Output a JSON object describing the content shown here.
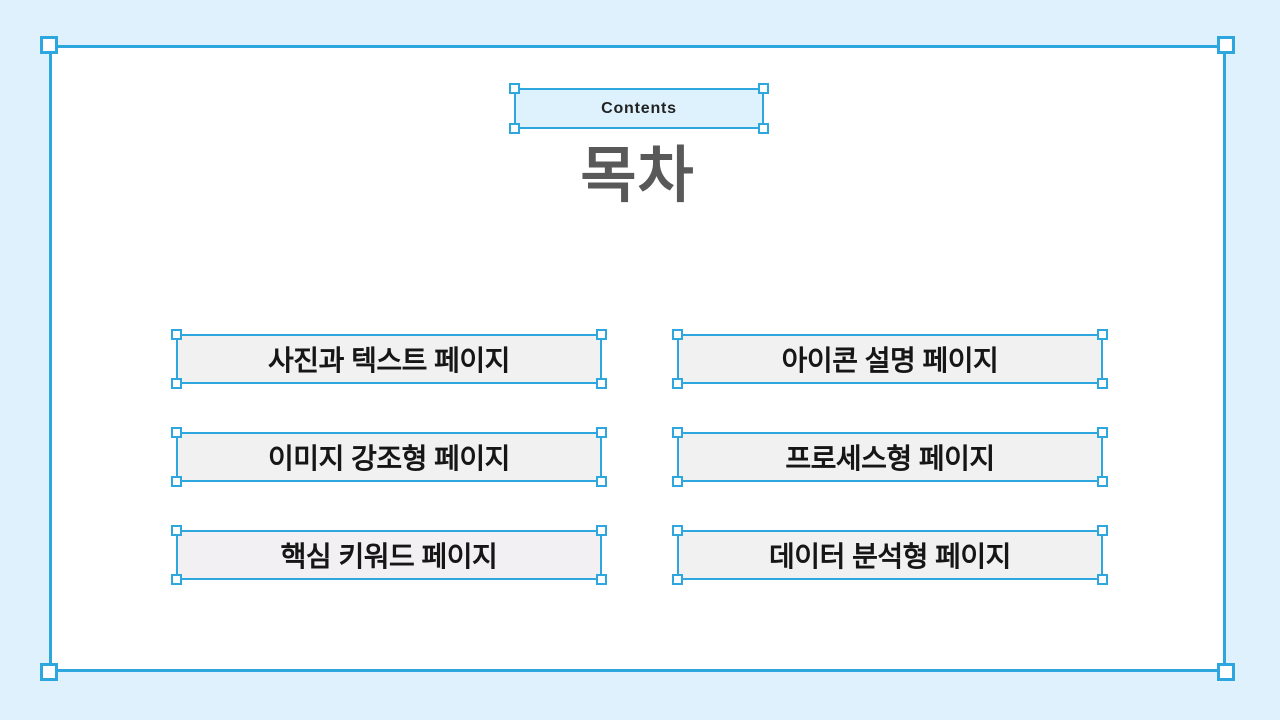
{
  "app": {
    "colors": {
      "canvas_background": "#dff1fc",
      "slide_background": "#ffffff",
      "selection_accent": "#2ea7df",
      "tag_fill": "#ddf2fd",
      "toc_box_fill": "#f1f1f2",
      "title_text": "#595959",
      "toc_text": "#161616"
    }
  },
  "slide": {
    "tag_label": "Contents",
    "title": "목차",
    "toc_items": [
      {
        "label": "사진과 텍스트 페이지"
      },
      {
        "label": "아이콘 설명 페이지"
      },
      {
        "label": "이미지 강조형 페이지"
      },
      {
        "label": "프로세스형 페이지"
      },
      {
        "label": "핵심 키워드 페이지"
      },
      {
        "label": "데이터 분석형 페이지"
      }
    ]
  }
}
